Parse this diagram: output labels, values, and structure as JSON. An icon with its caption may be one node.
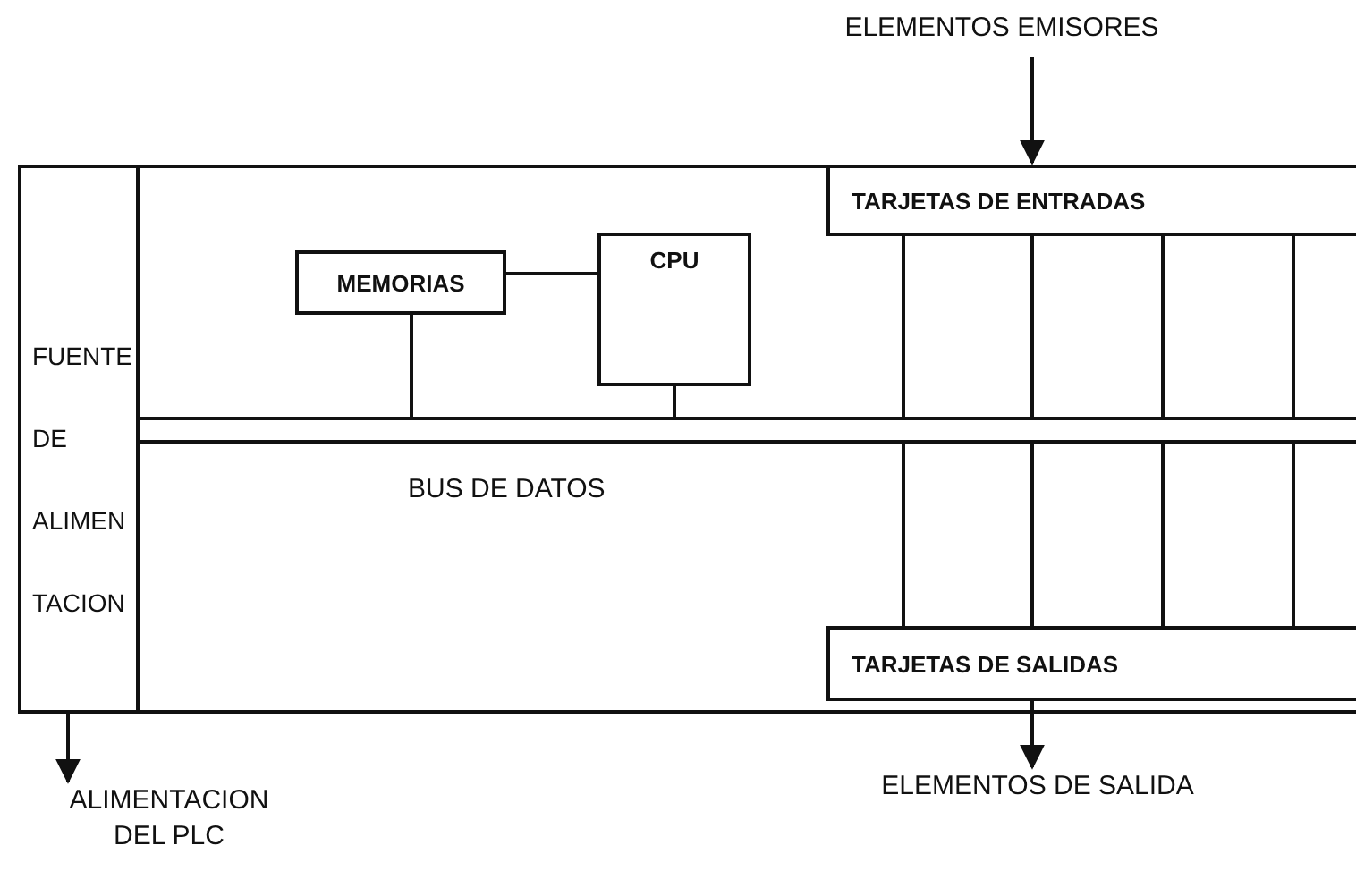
{
  "diagram": {
    "nodes": [
      {
        "text": [],
        "shape": "box"
      },
      {
        "text": [
          "FUENTE DE ALIMEN TACION"
        ],
        "in": 0
      },
      {
        "text": [
          "MEMORIAS"
        ],
        "in": 0
      },
      {
        "text": [
          "CPU"
        ],
        "in": 0
      },
      {
        "text": [
          "BUS DE DATOS"
        ],
        "in": 0
      },
      {
        "text": [
          "TARJETAS DE ENTRADAS"
        ],
        "in": 0
      },
      {
        "text": [
          "TARJETAS DE SALIDAS"
        ],
        "in": 0
      },
      {
        "text": [
          "ELEMENTOS EMISORES"
        ]
      },
      {
        "text": [
          "ELEMENTOS DE SALIDA"
        ]
      },
      {
        "text": [
          "ALIMENTACION DEL PLC"
        ]
      }
    ],
    "edges": [
      {
        "from": 7,
        "to": 5,
        "arrow": "to"
      },
      {
        "from": 6,
        "to": 8,
        "arrow": "to"
      },
      {
        "from": 1,
        "to": 9,
        "arrow": "to"
      },
      {
        "from": 2,
        "to": 3,
        "arrow": "none"
      },
      {
        "from": 2,
        "to": 4,
        "arrow": "none"
      },
      {
        "from": 3,
        "to": 4,
        "arrow": "none"
      },
      {
        "from": 5,
        "to": 4,
        "arrow": "none"
      },
      {
        "from": 5,
        "to": 4,
        "arrow": "none"
      },
      {
        "from": 5,
        "to": 4,
        "arrow": "none"
      },
      {
        "from": 5,
        "to": 4,
        "arrow": "none"
      },
      {
        "from": 4,
        "to": 6,
        "arrow": "none"
      },
      {
        "from": 4,
        "to": 6,
        "arrow": "none"
      },
      {
        "from": 4,
        "to": 6,
        "arrow": "none"
      },
      {
        "from": 4,
        "to": 6,
        "arrow": "none"
      }
    ]
  }
}
